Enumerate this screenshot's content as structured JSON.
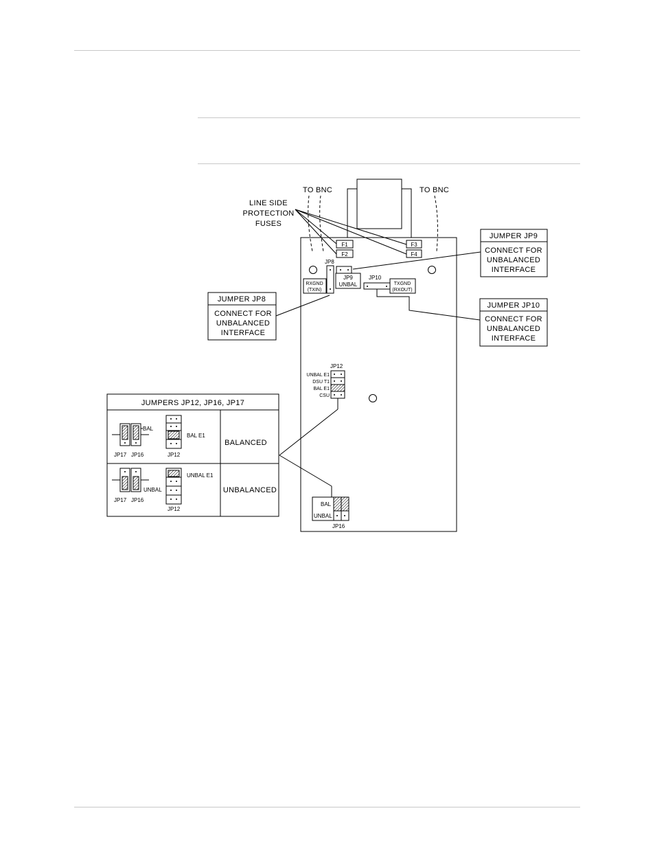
{
  "board": {
    "to_bnc_left": "TO BNC",
    "to_bnc_right": "TO BNC",
    "fuses_label": [
      "LINE SIDE",
      "PROTECTION",
      "FUSES"
    ],
    "fuses": [
      "F1",
      "F2",
      "F3",
      "F4"
    ],
    "jp8": "JP8",
    "rxgnd": [
      "RXGND",
      "(TXIN)"
    ],
    "jp9_unbal": [
      "JP9",
      "UNBAL"
    ],
    "jp10": "JP10",
    "txgnd": [
      "TXGND",
      "(RXOUT)"
    ],
    "jp12": "JP12",
    "jp12_rows": [
      "UNBAL E1",
      "DSU T1",
      "BAL E1",
      "CSU"
    ],
    "jp16_bal": "BAL",
    "jp16_unbal": "UNBAL",
    "jp16": "JP16"
  },
  "callouts": {
    "jp9": {
      "title": "JUMPER JP9",
      "body": [
        "CONNECT FOR",
        "UNBALANCED",
        "INTERFACE"
      ]
    },
    "jp8": {
      "title": "JUMPER JP8",
      "body": [
        "CONNECT FOR",
        "UNBALANCED",
        "INTERFACE"
      ]
    },
    "jp10": {
      "title": "JUMPER JP10",
      "body": [
        "CONNECT FOR",
        "UNBALANCED",
        "INTERFACE"
      ]
    }
  },
  "jumper_table": {
    "title": "JUMPERS JP12, JP16, JP17",
    "rows": [
      {
        "bal_label": "BAL",
        "jp12_label": "BAL E1",
        "jp17": "JP17",
        "jp16": "JP16",
        "jp12": "JP12",
        "mode": "BALANCED"
      },
      {
        "bal_label": "UNBAL",
        "jp12_label": "UNBAL E1",
        "jp17": "JP17",
        "jp16": "JP16",
        "jp12": "JP12",
        "mode": "UNBALANCED"
      }
    ]
  }
}
